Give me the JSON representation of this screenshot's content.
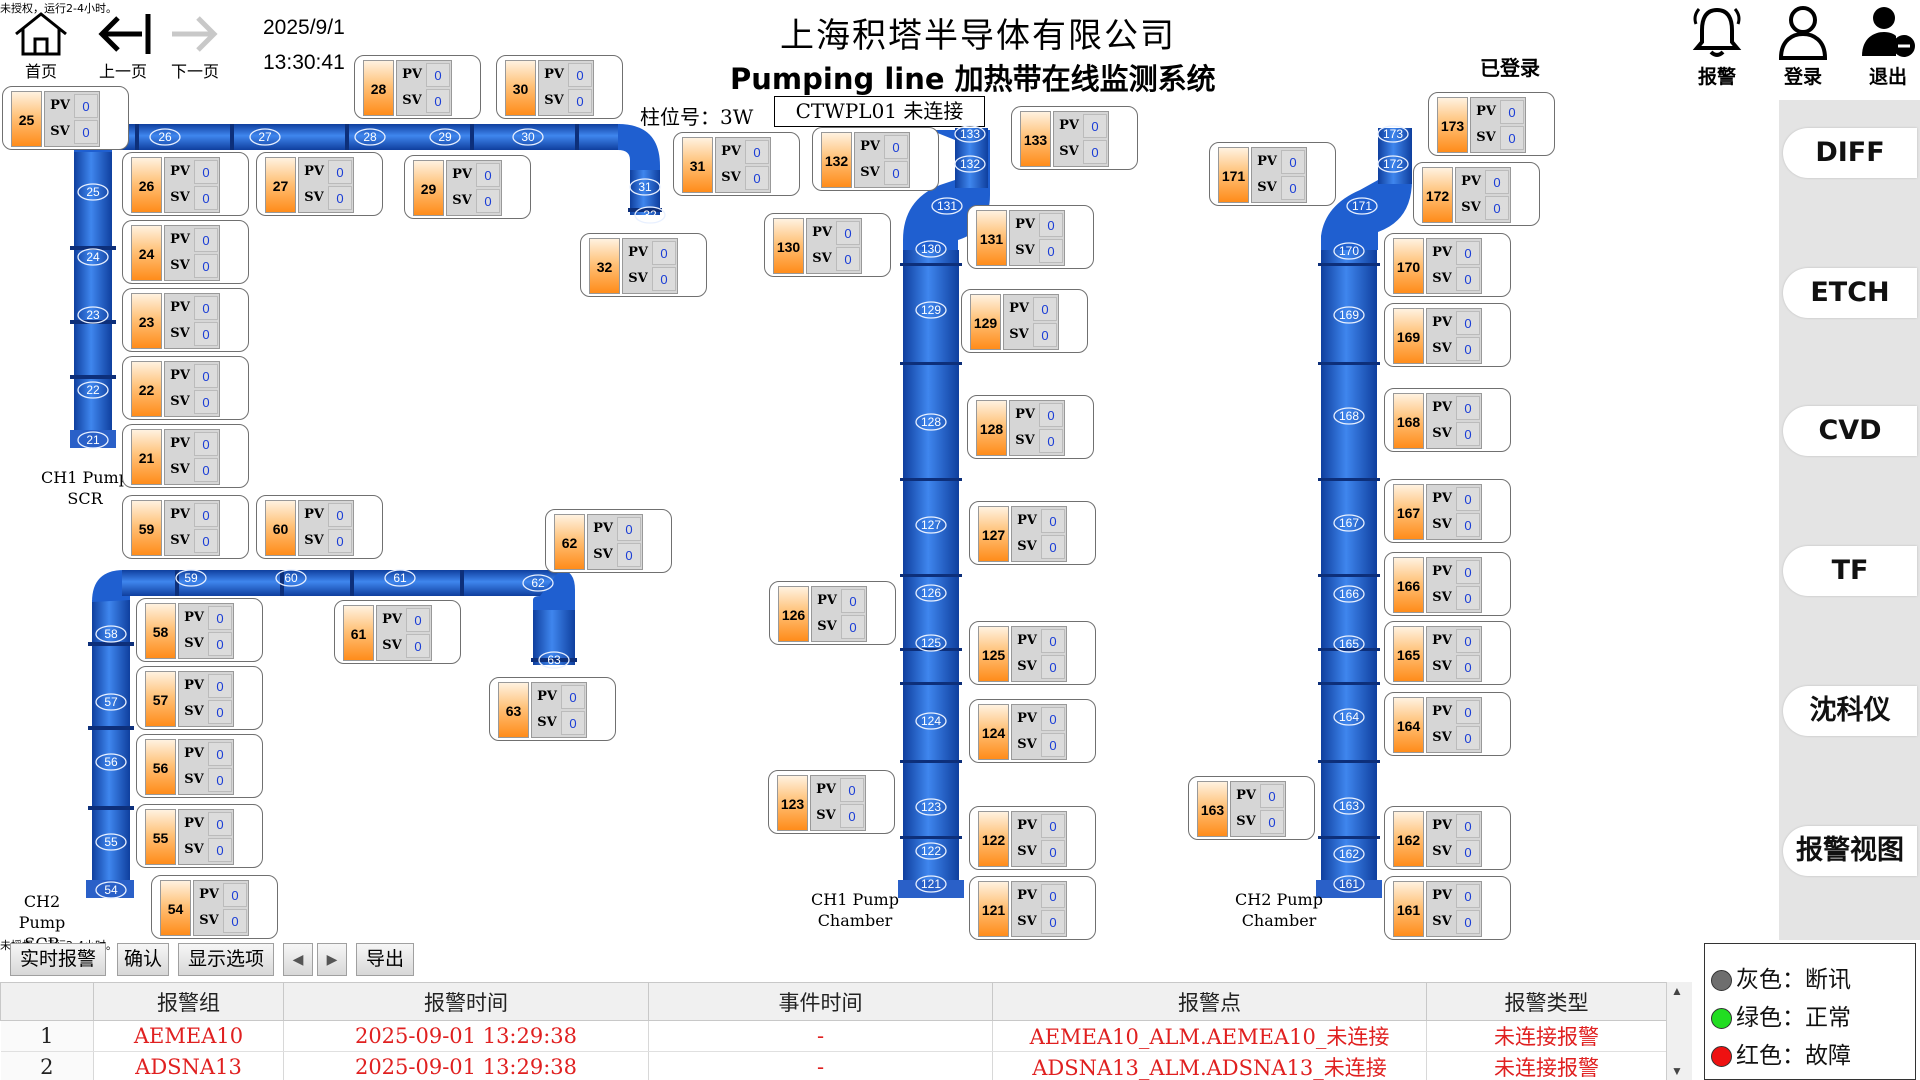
{
  "unauth_notice": "未授权，运行2-4小时。",
  "nav": {
    "home": "首页",
    "prev": "上一页",
    "next": "下一页"
  },
  "datetime": {
    "date": "2025/9/1",
    "time": "13:30:41"
  },
  "title": {
    "company": "上海积塔半导体有限公司",
    "system": "Pumping line 加热带在线监测系统"
  },
  "position": {
    "label": "柱位号：3W",
    "status": "CTWPL01 未连接"
  },
  "login_status": "已登录",
  "top_actions": {
    "alarm": "报警",
    "login": "登录",
    "exit": "退出"
  },
  "sidebar": [
    {
      "label": "DIFF"
    },
    {
      "label": "ETCH"
    },
    {
      "label": "CVD"
    },
    {
      "label": "TF"
    },
    {
      "label": "沈科仪"
    },
    {
      "label": "报警视图"
    }
  ],
  "sensor_labels": {
    "pv": "PV",
    "sv": "SV"
  },
  "sensors": [
    {
      "id": "25",
      "pv": "0",
      "sv": "0"
    },
    {
      "id": "28",
      "pv": "0",
      "sv": "0"
    },
    {
      "id": "30",
      "pv": "0",
      "sv": "0"
    },
    {
      "id": "26",
      "pv": "0",
      "sv": "0"
    },
    {
      "id": "27",
      "pv": "0",
      "sv": "0"
    },
    {
      "id": "29",
      "pv": "0",
      "sv": "0"
    },
    {
      "id": "31",
      "pv": "0",
      "sv": "0"
    },
    {
      "id": "32",
      "pv": "0",
      "sv": "0"
    },
    {
      "id": "24",
      "pv": "0",
      "sv": "0"
    },
    {
      "id": "23",
      "pv": "0",
      "sv": "0"
    },
    {
      "id": "22",
      "pv": "0",
      "sv": "0"
    },
    {
      "id": "21",
      "pv": "0",
      "sv": "0"
    },
    {
      "id": "59",
      "pv": "0",
      "sv": "0"
    },
    {
      "id": "60",
      "pv": "0",
      "sv": "0"
    },
    {
      "id": "62",
      "pv": "0",
      "sv": "0"
    },
    {
      "id": "58",
      "pv": "0",
      "sv": "0"
    },
    {
      "id": "61",
      "pv": "0",
      "sv": "0"
    },
    {
      "id": "57",
      "pv": "0",
      "sv": "0"
    },
    {
      "id": "63",
      "pv": "0",
      "sv": "0"
    },
    {
      "id": "56",
      "pv": "0",
      "sv": "0"
    },
    {
      "id": "55",
      "pv": "0",
      "sv": "0"
    },
    {
      "id": "54",
      "pv": "0",
      "sv": "0"
    },
    {
      "id": "132",
      "pv": "0",
      "sv": "0"
    },
    {
      "id": "133",
      "pv": "0",
      "sv": "0"
    },
    {
      "id": "130",
      "pv": "0",
      "sv": "0"
    },
    {
      "id": "131",
      "pv": "0",
      "sv": "0"
    },
    {
      "id": "129",
      "pv": "0",
      "sv": "0"
    },
    {
      "id": "128",
      "pv": "0",
      "sv": "0"
    },
    {
      "id": "127",
      "pv": "0",
      "sv": "0"
    },
    {
      "id": "126",
      "pv": "0",
      "sv": "0"
    },
    {
      "id": "125",
      "pv": "0",
      "sv": "0"
    },
    {
      "id": "124",
      "pv": "0",
      "sv": "0"
    },
    {
      "id": "123",
      "pv": "0",
      "sv": "0"
    },
    {
      "id": "122",
      "pv": "0",
      "sv": "0"
    },
    {
      "id": "121",
      "pv": "0",
      "sv": "0"
    },
    {
      "id": "173",
      "pv": "0",
      "sv": "0"
    },
    {
      "id": "171",
      "pv": "0",
      "sv": "0"
    },
    {
      "id": "172",
      "pv": "0",
      "sv": "0"
    },
    {
      "id": "170",
      "pv": "0",
      "sv": "0"
    },
    {
      "id": "169",
      "pv": "0",
      "sv": "0"
    },
    {
      "id": "168",
      "pv": "0",
      "sv": "0"
    },
    {
      "id": "167",
      "pv": "0",
      "sv": "0"
    },
    {
      "id": "166",
      "pv": "0",
      "sv": "0"
    },
    {
      "id": "165",
      "pv": "0",
      "sv": "0"
    },
    {
      "id": "164",
      "pv": "0",
      "sv": "0"
    },
    {
      "id": "163",
      "pv": "0",
      "sv": "0"
    },
    {
      "id": "162",
      "pv": "0",
      "sv": "0"
    },
    {
      "id": "161",
      "pv": "0",
      "sv": "0"
    }
  ],
  "pipe_labels": {
    "ch1_top": [
      "21",
      "22",
      "23",
      "24",
      "25",
      "26",
      "27",
      "28",
      "29",
      "30",
      "31",
      "32"
    ],
    "ch2_top": [
      "54",
      "55",
      "56",
      "57",
      "58",
      "59",
      "60",
      "61",
      "62",
      "63"
    ],
    "ch1_chamber": [
      "121",
      "122",
      "123",
      "124",
      "125",
      "126",
      "127",
      "128",
      "129",
      "130",
      "131",
      "132",
      "133"
    ],
    "ch2_chamber": [
      "161",
      "162",
      "163",
      "164",
      "165",
      "166",
      "167",
      "168",
      "169",
      "170",
      "171",
      "172",
      "173"
    ]
  },
  "chamber_labels": {
    "ch1_pump_scr": [
      "CH1 Pump",
      "SCR"
    ],
    "ch2_pump_scr": [
      "CH2 Pump",
      "SCR"
    ],
    "ch1_pump_chamber": [
      "CH1 Pump",
      "Chamber"
    ],
    "ch2_pump_chamber": [
      "CH2 Pump",
      "Chamber"
    ]
  },
  "toolbar": {
    "realtime": "实时报警",
    "confirm": "确认",
    "display": "显示选项",
    "export": "导出"
  },
  "alarm_table": {
    "headers": [
      "",
      "报警组",
      "报警时间",
      "事件时间",
      "报警点",
      "报警类型"
    ],
    "rows": [
      [
        "1",
        "AEMEA10",
        "2025-09-01 13:29:38",
        "-",
        "AEMEA10_ALM.AEMEA10_未连接",
        "未连接报警"
      ],
      [
        "2",
        "ADSNA13",
        "2025-09-01 13:29:38",
        "-",
        "ADSNA13_ALM.ADSNA13_未连接",
        "未连接报警"
      ]
    ]
  },
  "legend": [
    {
      "text": "灰色：断讯",
      "color": "#6e6e6e"
    },
    {
      "text": "绿色：正常",
      "color": "#22dd22"
    },
    {
      "text": "红色：故障",
      "color": "#ee1111"
    }
  ],
  "colors": {
    "pipe": "#1f5fd0",
    "accent_orange": "#ff8c1a",
    "alarm_text": "#e02020",
    "value_blue": "#1a3dd6"
  }
}
